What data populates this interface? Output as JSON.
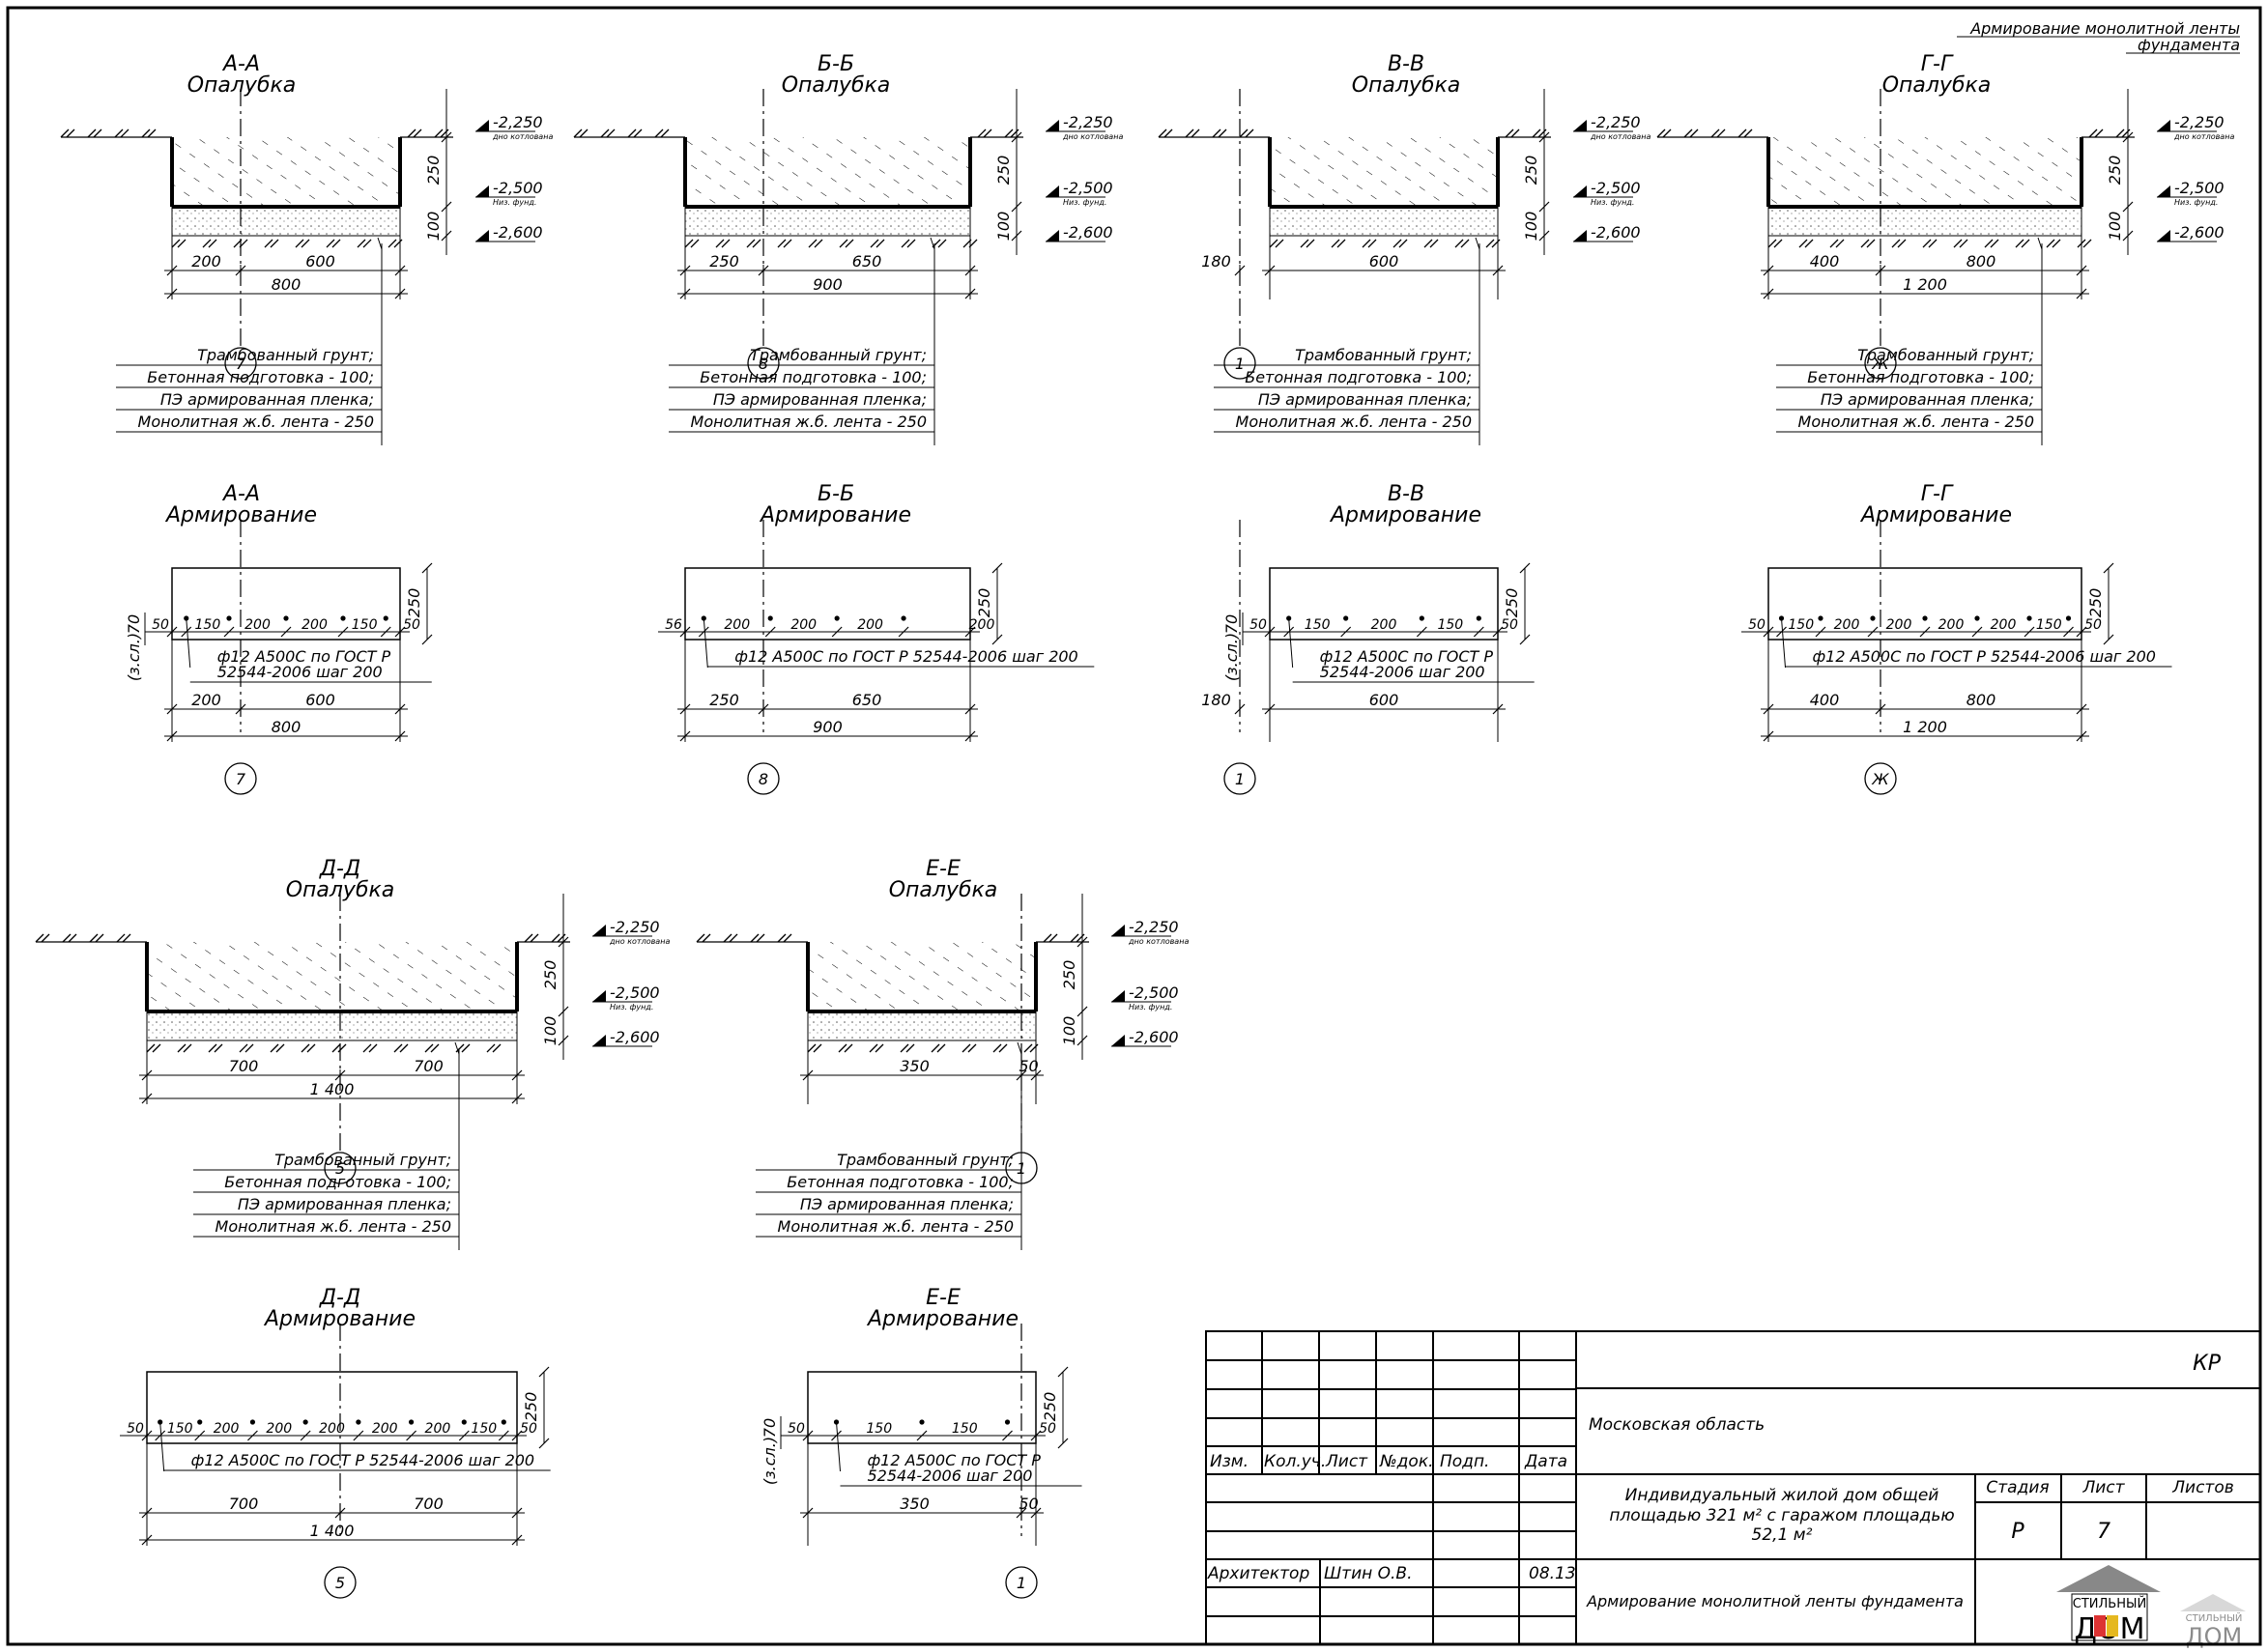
{
  "header": {
    "line1": "Армирование монолитной ленты",
    "line2": "фундамента"
  },
  "layers": [
    "Трамбованный грунт;",
    "Бетонная подготовка - 100;",
    "ПЭ армированная пленка;",
    "Монолитная ж.б. лента - 250"
  ],
  "elev": {
    "top": "-2,250",
    "top_note": "дно котлована",
    "mid": "-2,500",
    "mid_note": "Низ. фунд.",
    "bot": "-2,600",
    "h250": "250",
    "h100": "100",
    "h70": "70",
    "zsl": "(з.сл.)"
  },
  "sections": [
    {
      "mark": "А-А",
      "form": "Опалубка",
      "rein": "Армирование",
      "axis": "7",
      "f_dims": [
        "200",
        "600"
      ],
      "f_total": "800",
      "r_spacing": [
        "50",
        "150",
        "200",
        "200",
        "150",
        "50"
      ],
      "r_note1": "ф12 А500С по ГОСТ Р",
      "r_note2": "52544-2006 шаг 200",
      "r_dims": [
        "200",
        "600"
      ],
      "r_total": "800"
    },
    {
      "mark": "Б-Б",
      "form": "Опалубка",
      "rein": "Армирование",
      "axis": "8",
      "f_dims": [
        "250",
        "650"
      ],
      "f_total": "900",
      "r_spacing": [
        "56",
        "200",
        "200",
        "200",
        "200"
      ],
      "r_note1": "ф12 А500С по ГОСТ Р 52544-2006 шаг 200",
      "r_note2": "",
      "r_dims": [
        "250",
        "650"
      ],
      "r_total": "900"
    },
    {
      "mark": "В-В",
      "form": "Опалубка",
      "rein": "Армирование",
      "axis": "1",
      "f_dims": [
        "180",
        "600"
      ],
      "f_total": "",
      "r_spacing": [
        "50",
        "150",
        "200",
        "150",
        "50"
      ],
      "r_note1": "ф12 А500С по ГОСТ Р",
      "r_note2": "52544-2006 шаг 200",
      "r_dims": [
        "180",
        "600"
      ],
      "r_total": ""
    },
    {
      "mark": "Г-Г",
      "form": "Опалубка",
      "rein": "Армирование",
      "axis": "Ж",
      "f_dims": [
        "400",
        "800"
      ],
      "f_total": "1 200",
      "r_spacing": [
        "50",
        "150",
        "200",
        "200",
        "200",
        "200",
        "150",
        "50"
      ],
      "r_note1": "ф12 А500С по ГОСТ Р 52544-2006 шаг 200",
      "r_note2": "",
      "r_dims": [
        "400",
        "800"
      ],
      "r_total": "1 200"
    },
    {
      "mark": "Д-Д",
      "form": "Опалубка",
      "rein": "Армирование",
      "axis": "5",
      "f_dims": [
        "700",
        "700"
      ],
      "f_total": "1 400",
      "r_spacing": [
        "50",
        "150",
        "200",
        "200",
        "200",
        "200",
        "200",
        "150",
        "50"
      ],
      "r_note1": "ф12 А500С по ГОСТ Р 52544-2006 шаг 200",
      "r_note2": "",
      "r_dims": [
        "700",
        "700"
      ],
      "r_total": "1 400"
    },
    {
      "mark": "Е-Е",
      "form": "Опалубка",
      "rein": "Армирование",
      "axis": "1",
      "f_dims": [
        "350",
        "50"
      ],
      "f_total": "",
      "r_spacing": [
        "50",
        "150",
        "150",
        "50"
      ],
      "r_note1": "ф12 А500С по ГОСТ Р",
      "r_note2": "52544-2006 шаг 200",
      "r_dims": [
        "350",
        "50"
      ],
      "r_total": ""
    }
  ],
  "title_block": {
    "code": "КР",
    "region": "Московская область",
    "cols": [
      "Изм.",
      "Кол.уч.",
      "Лист",
      "№док.",
      "Подп.",
      "Дата"
    ],
    "project1": "Индивидуальный жилой дом общей",
    "project2": "площадью 321 м² с гаражом площадью",
    "project3": "52,1 м²",
    "stage_h": "Стадия",
    "sheet_h": "Лист",
    "sheets_h": "Листов",
    "stage": "Р",
    "sheet": "7",
    "role": "Архитектор",
    "person": "Штин О.В.",
    "date": "08.13",
    "sheet_title": "Армирование монолитной ленты фундамента",
    "logo": "СТИЛЬНЫЙ ДОМ",
    "logo_small": "СТИЛЬНЫЙ"
  }
}
